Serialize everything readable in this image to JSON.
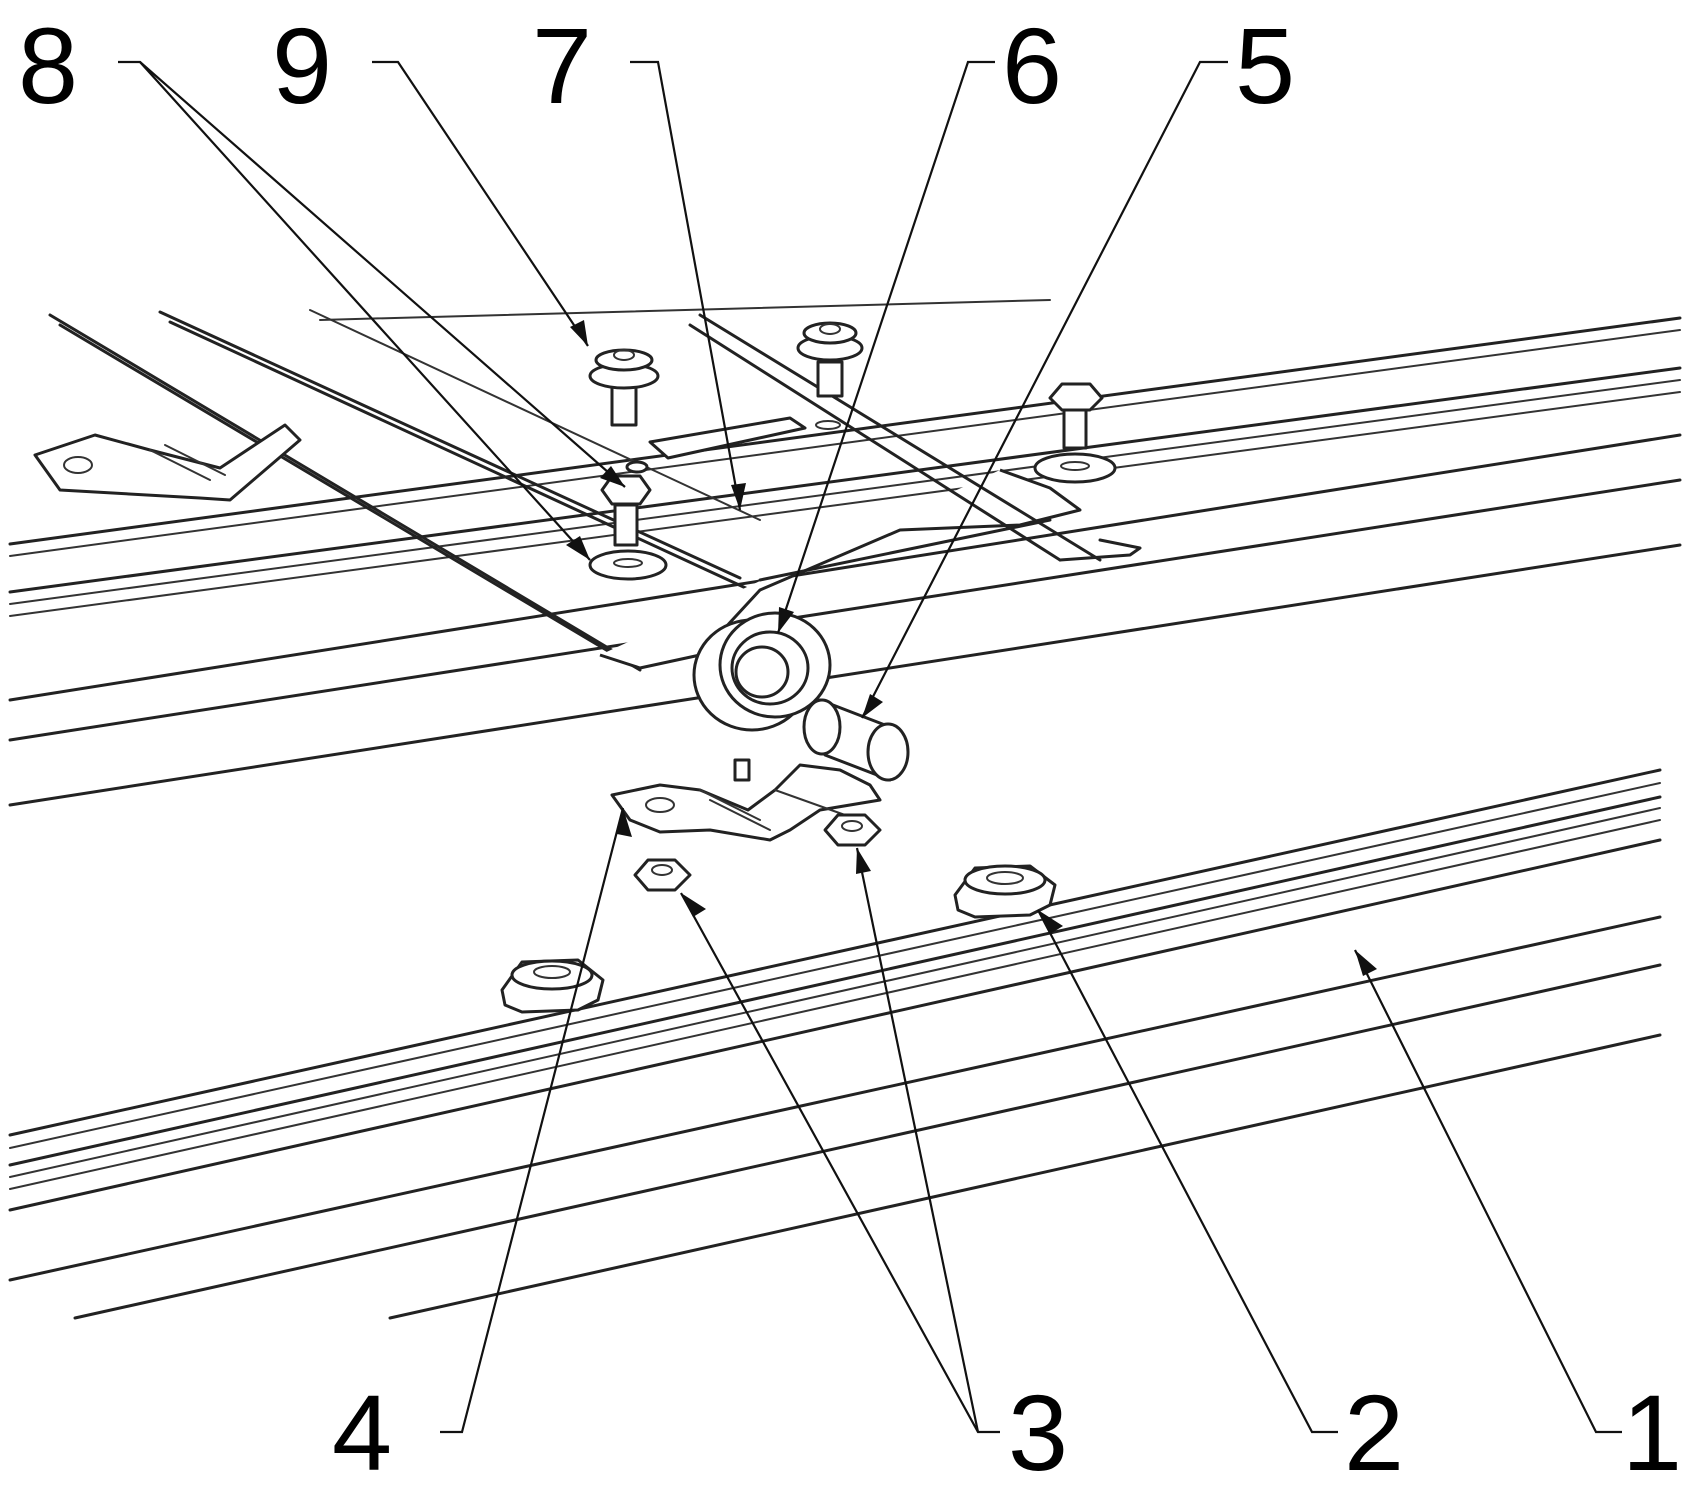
{
  "figure": {
    "callouts": [
      {
        "id": "c1",
        "text": "1"
      },
      {
        "id": "c2",
        "text": "2"
      },
      {
        "id": "c3",
        "text": "3"
      },
      {
        "id": "c4",
        "text": "4"
      },
      {
        "id": "c5",
        "text": "5"
      },
      {
        "id": "c6",
        "text": "6"
      },
      {
        "id": "c7",
        "text": "7"
      },
      {
        "id": "c8",
        "text": "8"
      },
      {
        "id": "c9",
        "text": "9"
      }
    ]
  }
}
